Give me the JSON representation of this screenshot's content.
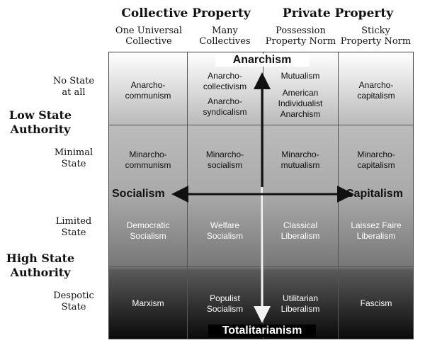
{
  "columns": {
    "collective": "Collective Property",
    "private": "Private Property",
    "sub": [
      "One Universal\nCollective",
      "Many\nCollectives",
      "Possession\nProperty Norm",
      "Sticky\nProperty Norm"
    ]
  },
  "rows": {
    "labels": [
      "No State\nat all",
      "Minimal\nState",
      "Limited\nState",
      "Despotic\nState"
    ],
    "low": "Low State\nAuthority",
    "high": "High State\nAuthority"
  },
  "axes": {
    "top": "Anarchism",
    "bottom": "Totalitarianism",
    "left": "Socialism",
    "right": "Capitalism"
  },
  "cells": {
    "r1": [
      "Anarcho-\ncommunism",
      "Anarcho-\ncollectivism",
      "Anarcho-\nsyndicalism",
      "Mutualism",
      "American\nIndividualist\nAnarchism",
      "Anarcho-\ncapitalism"
    ],
    "r2": [
      "Minarcho-\ncommunism",
      "Minarcho-\nsocialism",
      "Minarcho-\nmutualism",
      "Minarcho-\ncapitalism"
    ],
    "r3": [
      "Democratic\nSocialism",
      "Welfare\nSocialism",
      "Classical\nLiberalism",
      "Laissez Faire\nLiberalism"
    ],
    "r4": [
      "Marxism",
      "Populist\nSocialism",
      "Utilitarian\nLiberalism",
      "Fascism"
    ]
  }
}
